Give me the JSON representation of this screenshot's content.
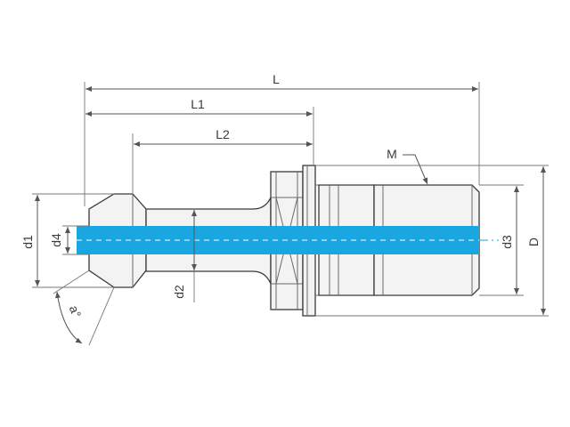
{
  "diagram": {
    "labels": {
      "L": "L",
      "L1": "L1",
      "L2": "L2",
      "M": "M",
      "d1": "d1",
      "d2": "d2",
      "d3": "d3",
      "d4": "d4",
      "D": "D",
      "angle": "a°"
    },
    "colors": {
      "coolant_channel": "#1aa6e0",
      "outline": "#3a3a3a",
      "body_fill": "#f3f3f3",
      "dimension": "#555555"
    }
  }
}
